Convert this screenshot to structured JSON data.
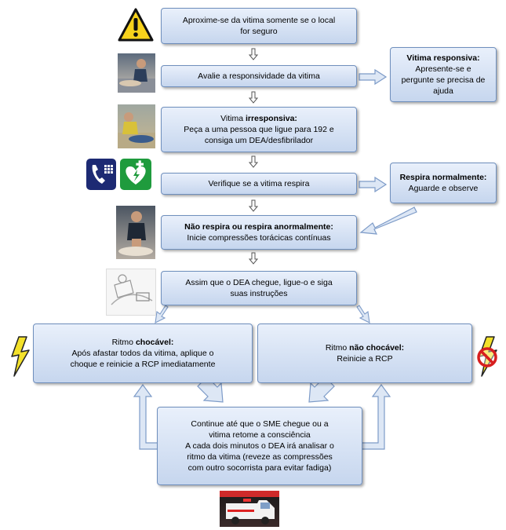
{
  "steps": {
    "s1": [
      "Aproxime-se da vitima somente se o local",
      "for seguro"
    ],
    "s2": "Avalie a responsividade da vitima",
    "s2_side": {
      "title": "Vitima responsiva:",
      "lines": [
        "Apresente-se e",
        "pergunte se precisa de",
        "ajuda"
      ]
    },
    "s3": {
      "title_pre": "Vitima ",
      "title_bold": "irresponsiva:",
      "lines": [
        "Peça a uma pessoa que ligue para 192  e",
        "consiga um DEA/desfibrilador"
      ]
    },
    "s4": "Verifique se a vitima respira",
    "s4_side": {
      "title": "Respira normalmente:",
      "lines": [
        "Aguarde e observe"
      ]
    },
    "s5": {
      "title": "Não respira ou respira anormalmente:",
      "lines": [
        "Inicie compressões torácicas contínuas"
      ]
    },
    "s6": [
      "Assim que o DEA chegue, ligue-o e siga",
      "suas instruções"
    ],
    "left": {
      "title_pre": "Ritmo ",
      "title_bold": "chocável:",
      "lines": [
        "Após afastar todos da vitima, aplique o",
        "choque e reinicie a RCP imediatamente"
      ]
    },
    "right": {
      "title_pre": "Ritmo ",
      "title_bold": "não chocável:",
      "lines": [
        "Reinicie a RCP"
      ]
    },
    "final": [
      "Continue até que o SME chegue ou a",
      "vitima retome a consciência",
      "A cada dois minutos o DEA irá analisar o",
      "ritmo da vitima (reveze as compressões",
      "com outro socorrista para evitar fadiga)"
    ]
  },
  "icons": {
    "warning": "warning-triangle-icon",
    "phone": "phone-icon",
    "defib": "defibrillator-heart-icon",
    "shock": "lightning-bolt-icon",
    "noshock": "no-shock-icon",
    "ambulance": "ambulance-icon"
  },
  "colors": {
    "box_top": "#e9f0fb",
    "box_bottom": "#c6d6ee",
    "box_border": "#6f8fbd",
    "arrow_fill": "#dde7f5",
    "arrow_stroke": "#7d9bc8",
    "phone_bg": "#1d2a73",
    "defib_bg": "#1f9b3d",
    "bolt": "#f3e12a",
    "no_sign": "#d71f1f"
  }
}
